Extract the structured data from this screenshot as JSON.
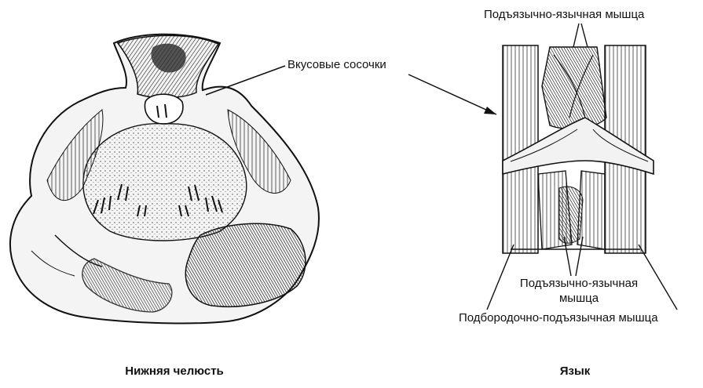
{
  "labels": {
    "taste_buds": "Вкусовые сосочки",
    "hyoglossus_top": "Подъязычно-язычная мышца",
    "hyoglossus_mid_line1": "Подъязычно-язычная",
    "hyoglossus_mid_line2": "мышца",
    "geniohyoid": "Подбородочно-подъязычная мышца"
  },
  "captions": {
    "left": "Нижняя челюсть",
    "right": "Язык"
  }
}
